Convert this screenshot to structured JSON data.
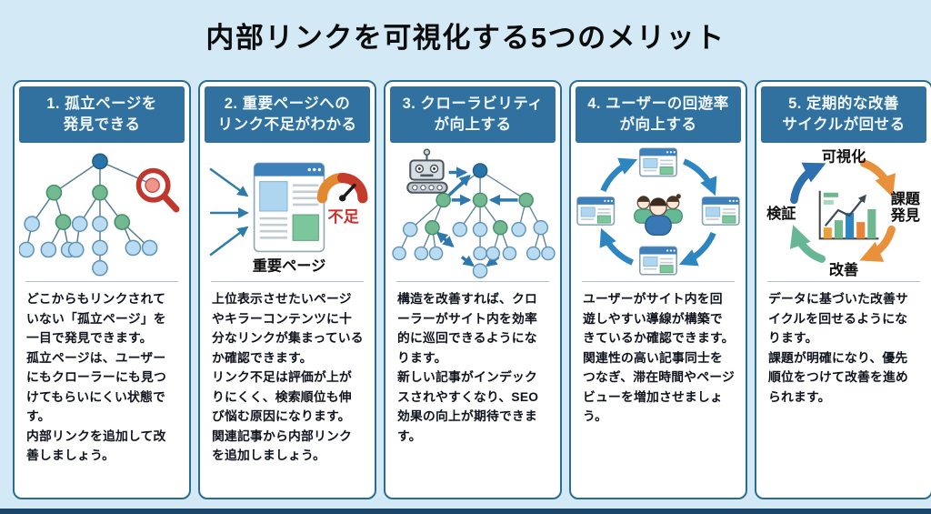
{
  "title": "内部リンクを可視化する5つのメリット",
  "colors": {
    "background": "#d4e9f6",
    "card_border": "#2b6d90",
    "header_blue": "#30719f",
    "alert_red": "#c0392b",
    "node_green": "#72b890",
    "node_dark_blue": "#2a74a8",
    "node_light_blue": "#b9dcf2",
    "arrow_teal": "#2e7ca8",
    "arrow_orange": "#e8913a",
    "arrow_green": "#67b796",
    "arrow_blue": "#2e6fad",
    "footer_bar": "#19456b"
  },
  "cards": [
    {
      "heading": "1. 孤立ページを\n発見できる",
      "body": "どこからもリンクされていない「孤立ページ」を一目で発見できます。\n孤立ページは、ユーザーにもクローラーにも見つけてもらいにくい状態です。\n内部リンクを追加して改善しましょう。",
      "illustration": "site-tree-with-isolated-page-magnifier"
    },
    {
      "heading": "2. 重要ページへの\nリンク不足がわかる",
      "body": "上位表示させたいページやキラーコンテンツに十分なリンクが集まっているか確認できます。\nリンク不足は評価が上がりにくく、検索順位も伸び悩む原因になります。\n関連記事から内部リンクを追加しましょう。",
      "illustration": "important-page-with-link-shortage-gauge",
      "labels": {
        "gauge": "不足",
        "page": "重要ページ"
      }
    },
    {
      "heading": "3. クローラビリティ\nが向上する",
      "body": "構造を改善すれば、クローラーがサイト内を効率的に巡回できるようになります。\n新しい記事がインデックスされやすくなり、SEO効果の向上が期待できます。",
      "illustration": "crawler-robot-site-tree"
    },
    {
      "heading": "4. ユーザーの回遊率\nが向上する",
      "body": "ユーザーがサイト内を回遊しやすい導線が構築できているか確認できます。\n関連性の高い記事同士をつなぎ、滞在時間やページビューを増加させましょう。",
      "illustration": "users-circulating-between-pages",
      "labels": {}
    },
    {
      "heading": "5. 定期的な改善\nサイクルが回せる",
      "body": "データに基づいた改善サイクルを回せるようになります。\n課題が明確になり、優先順位をつけて改善を進められます。",
      "illustration": "improvement-cycle-diagram",
      "labels": {
        "top": "可視化",
        "right_line1": "課題",
        "right_line2": "発見",
        "bottom": "改善",
        "left": "検証"
      }
    }
  ]
}
